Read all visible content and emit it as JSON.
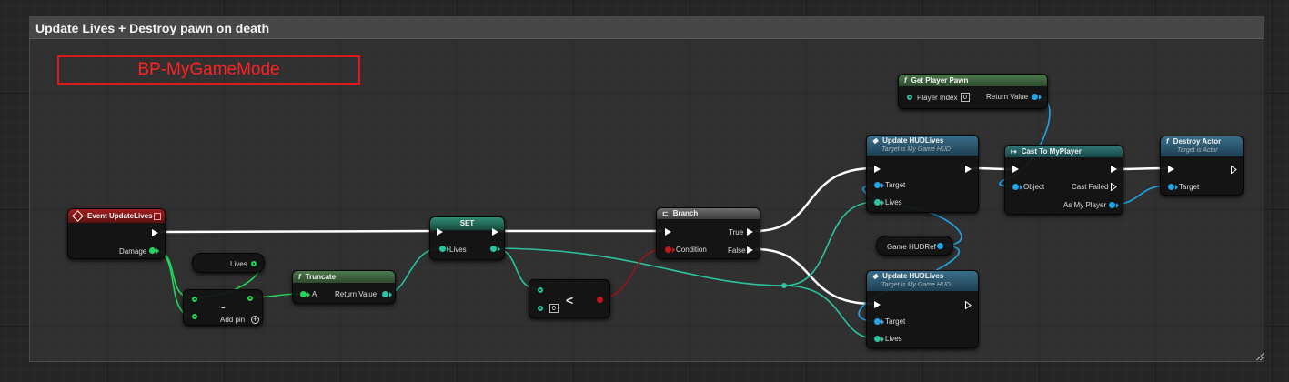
{
  "comment": {
    "title": "Update Lives + Destroy pawn on death"
  },
  "annotation": {
    "text": "BP-MyGameMode"
  },
  "nodes": {
    "event_update_lives": {
      "title": "Event UpdateLives",
      "pins": {
        "damage": "Damage"
      }
    },
    "lives_getter": {
      "label": "Lives"
    },
    "subtract": {
      "operator": "-",
      "add_pin": "Add pin",
      "add_pin_icon": "plus-circle-icon"
    },
    "truncate": {
      "title": "Truncate",
      "pins": {
        "a": "A",
        "return_value": "Return Value"
      }
    },
    "set_lives": {
      "title": "SET",
      "pins": {
        "lives": "Lives"
      }
    },
    "less_than": {
      "operator": "<",
      "default_value": "0"
    },
    "branch": {
      "title": "Branch",
      "pins": {
        "condition": "Condition",
        "true": "True",
        "false": "False"
      }
    },
    "get_player_pawn": {
      "title": "Get Player Pawn",
      "pins": {
        "player_index": "Player Index",
        "player_index_value": "0",
        "return_value": "Return Value"
      }
    },
    "update_hud_lives_top": {
      "title": "Update HUDLives",
      "subtitle": "Target is My Game HUD",
      "pins": {
        "target": "Target",
        "lives": "Lives"
      }
    },
    "cast_to_myplayer": {
      "title": "Cast To MyPlayer",
      "pins": {
        "object": "Object",
        "cast_failed": "Cast Failed",
        "as_my_player": "As My Player"
      }
    },
    "destroy_actor": {
      "title": "Destroy Actor",
      "subtitle": "Target is Actor",
      "pins": {
        "target": "Target"
      }
    },
    "game_hud_ref": {
      "label": "Game HUDRef"
    },
    "update_hud_lives_bottom": {
      "title": "Update HUDLives",
      "subtitle": "Target is My Game HUD",
      "pins": {
        "target": "Target",
        "lives": "Lives"
      }
    }
  },
  "colors": {
    "exec_wire": "#ffffff",
    "integer_wire": "#2bc3a0",
    "object_wire": "#1fa6e8",
    "bool_wire": "#9b1418",
    "float_wire": "#22d65a",
    "annotation": "#e01818",
    "event_header": "#a21d1d",
    "function_header": "#4e7a4e",
    "call_header": "#3a6e8a"
  }
}
